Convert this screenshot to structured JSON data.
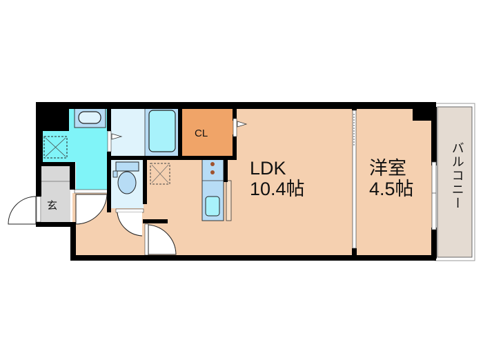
{
  "floor_plan": {
    "rooms": {
      "ldk": {
        "name": "LDK",
        "size": "10.4帖"
      },
      "western_room": {
        "name": "洋室",
        "size": "4.5帖"
      },
      "closet": {
        "name": "CL"
      },
      "entrance": {
        "name": "玄"
      },
      "balcony": {
        "name": "バルコニー"
      }
    },
    "colors": {
      "floor": "#f5d0b0",
      "closet": "#f0a468",
      "wet_area": "#80f4f8",
      "bath": "#dff3fc",
      "fixture": "#b7dcf5",
      "entrance": "#d8d8d8",
      "balcony": "#e4dbd2",
      "wall": "#000000"
    }
  }
}
